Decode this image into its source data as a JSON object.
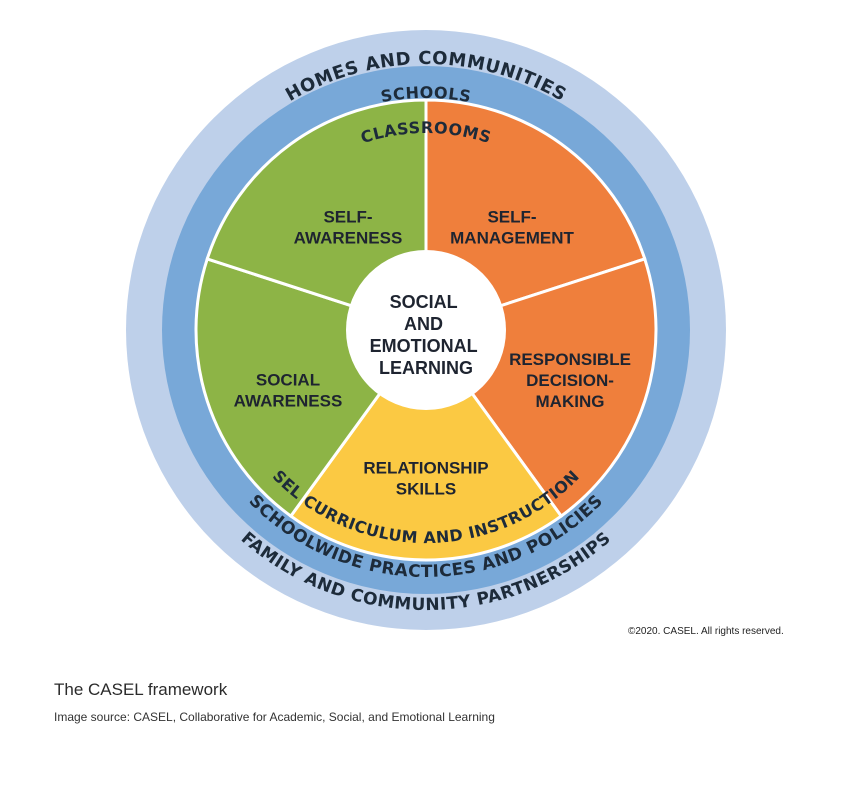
{
  "diagram": {
    "rings": {
      "outer_top": "HOMES AND COMMUNITIES",
      "outer_bottom": "FAMILY AND COMMUNITY PARTNERSHIPS",
      "middle_top": "SCHOOLS",
      "middle_bottom": "SCHOOLWIDE PRACTICES AND POLICIES",
      "inner_top": "CLASSROOMS",
      "inner_bottom": "SEL CURRICULUM AND INSTRUCTION"
    },
    "center": [
      "SOCIAL",
      "AND",
      "EMOTIONAL",
      "LEARNING"
    ],
    "segments": [
      {
        "lines": [
          "SELF-",
          "AWARENESS"
        ],
        "color": "#ef7f3c"
      },
      {
        "lines": [
          "SELF-",
          "MANAGEMENT"
        ],
        "color": "#ef7f3c"
      },
      {
        "lines": [
          "RESPONSIBLE",
          "DECISION-",
          "MAKING"
        ],
        "color": "#fbc943"
      },
      {
        "lines": [
          "RELATIONSHIP",
          "SKILLS"
        ],
        "color": "#8db446"
      },
      {
        "lines": [
          "SOCIAL",
          "AWARENESS"
        ],
        "color": "#8db446"
      }
    ],
    "colors": {
      "outer_ring": "#bed0ea",
      "middle_ring": "#78a8d8",
      "inner_ring": "#1f73be"
    },
    "copyright": "©2020. CASEL. All rights reserved."
  },
  "caption": "The CASEL framework",
  "source": "Image source: CASEL, Collaborative for Academic, Social, and Emotional Learning"
}
